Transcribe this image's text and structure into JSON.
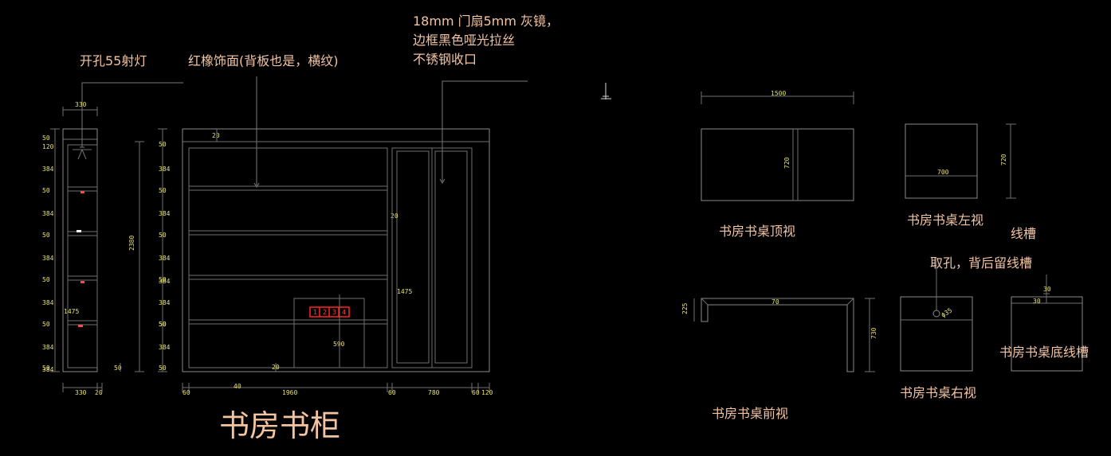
{
  "labels": {
    "spotlight_hole": "开孔55射灯",
    "oak_veneer": "红橡饰面(背板也是，横纹)",
    "door_note_line1": "18mm 门扇5mm 灰镜，",
    "door_note_line2": "边框黑色哑光拉丝",
    "door_note_line3": "不锈钢收口",
    "cabinet_title": "书房书柜",
    "desk_top_view": "书房书桌顶视",
    "desk_left_view": "书房书桌左视",
    "desk_front_view": "书房书桌前视",
    "desk_right_view": "书房书桌右视",
    "desk_bottom_groove": "书房书桌底线槽",
    "wire_groove": "线槽",
    "take_hole": "取孔，背后留线槽"
  },
  "dimensions": {
    "side_top_width": "330",
    "side_bottom_width": "330",
    "side_bottom_small": "20",
    "side_left_stack": [
      "50",
      "120",
      "384",
      "50",
      "384",
      "50",
      "384",
      "50",
      "384",
      "50",
      "384",
      "50",
      "384"
    ],
    "side_mid_stack": [
      "50",
      "384",
      "50",
      "384",
      "50",
      "384",
      "50",
      "384",
      "50",
      "384",
      "50",
      "384",
      "50"
    ],
    "height_total": "2380",
    "cabinet_left_small": "50",
    "cabinet_top_small": "20",
    "inner_20": "20",
    "inner_1475": "1475",
    "inner_590": "590",
    "inner_bottom_20": "20",
    "bottom_60_left": "60",
    "bottom_40": "40",
    "bottom_1960": "1960",
    "bottom_60_mid": "60",
    "bottom_780": "780",
    "bottom_60_right": "60",
    "bottom_120": "120",
    "desk_top_width": "1500",
    "desk_top_depth": "720",
    "desk_left_width": "700",
    "desk_left_height": "720",
    "desk_front_small": "225",
    "desk_front_top": "70",
    "desk_front_height": "730",
    "desk_right_hole": "ϕ35",
    "groove_top": "30",
    "groove_small": "30"
  },
  "red_marks": [
    "1",
    "2",
    "3",
    "4"
  ]
}
